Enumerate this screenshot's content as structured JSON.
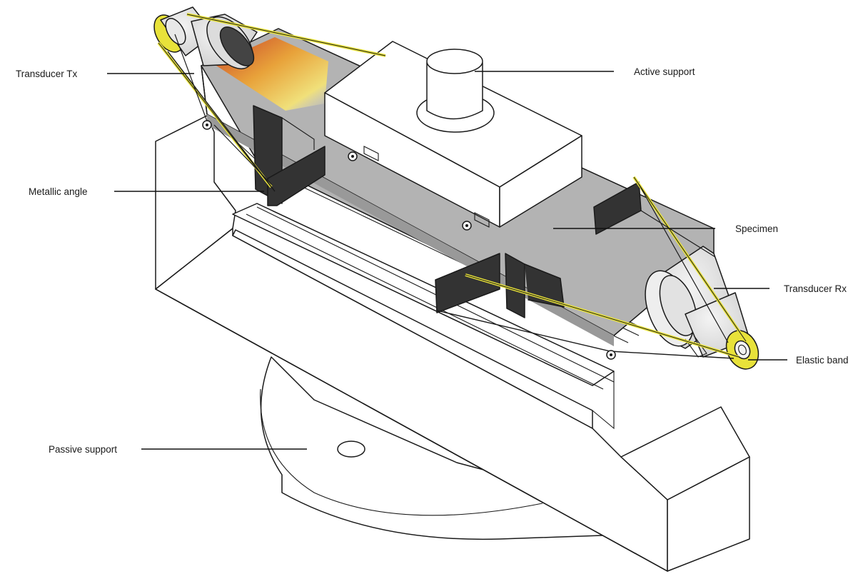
{
  "labels": {
    "transducer_tx": "Transducer Tx",
    "active_support": "Active support",
    "metallic_angle": "Metallic angle",
    "specimen": "Specimen",
    "transducer_rx": "Transducer Rx",
    "elastic_band": "Elastic band",
    "passive_support": "Passive support"
  },
  "colors": {
    "specimen": "#b3b3b3",
    "specimen_shade": "#999999",
    "metallic_angle": "#333333",
    "elastic_band": "#e8e23a",
    "heat_hot": "#c8422a",
    "heat_mid": "#e8a23a",
    "heat_cool": "#f0e07a",
    "outline": "#1a1a1a"
  }
}
